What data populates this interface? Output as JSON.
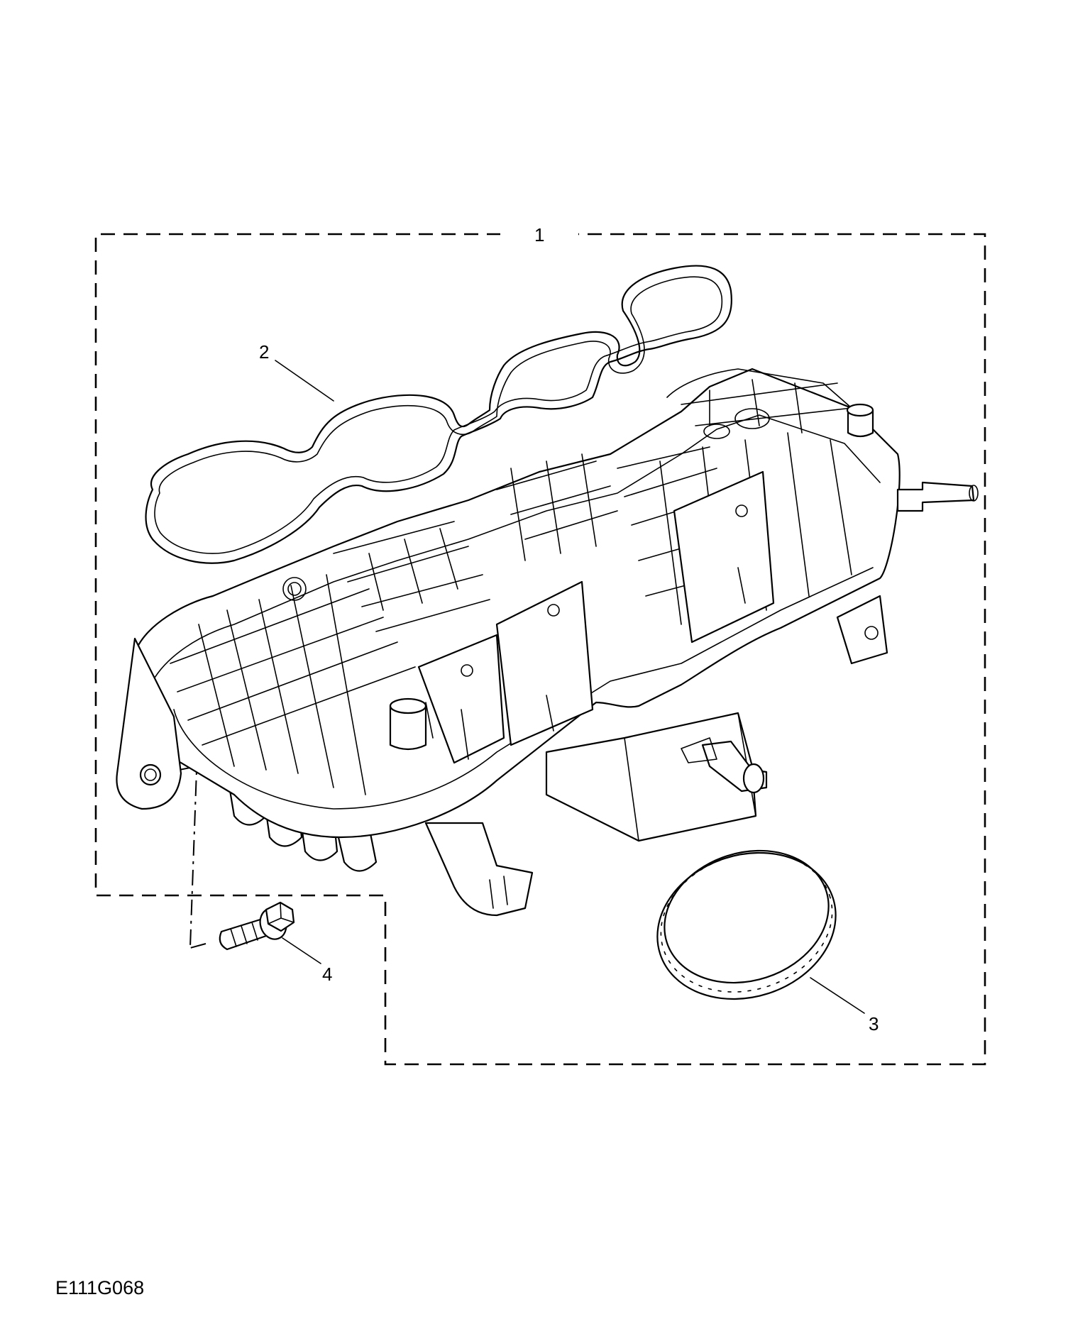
{
  "figure_id": "E111G068",
  "callouts": [
    {
      "id": "1",
      "label": "1"
    },
    {
      "id": "2",
      "label": "2"
    },
    {
      "id": "3",
      "label": "3"
    },
    {
      "id": "4",
      "label": "4"
    }
  ],
  "colors": {
    "line": "#000000",
    "background": "#ffffff"
  }
}
